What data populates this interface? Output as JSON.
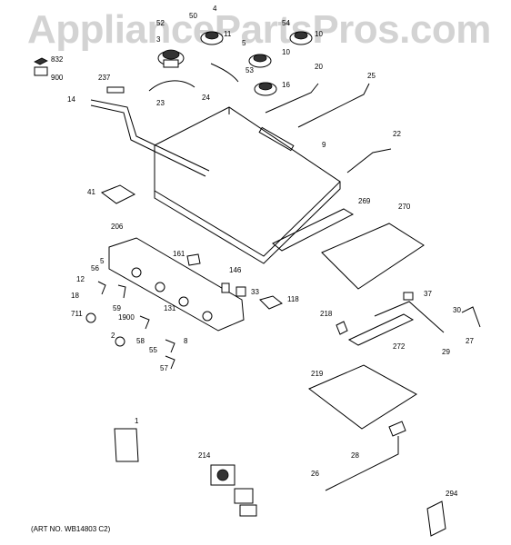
{
  "watermark": "AppliancePartsPros.com",
  "art_number": "(ART NO. WB14803 C2)",
  "callouts": [
    "4",
    "50",
    "52",
    "3",
    "11",
    "54",
    "10",
    "5",
    "10",
    "832",
    "900",
    "237",
    "53",
    "16",
    "20",
    "25",
    "14",
    "23",
    "24",
    "9",
    "22",
    "41",
    "269",
    "270",
    "206",
    "161",
    "146",
    "5",
    "56",
    "12",
    "33",
    "118",
    "18",
    "37",
    "30",
    "218",
    "711",
    "59",
    "131",
    "1900",
    "58",
    "55",
    "8",
    "2",
    "272",
    "29",
    "27",
    "57",
    "219",
    "1",
    "28",
    "214",
    "26",
    "294"
  ]
}
